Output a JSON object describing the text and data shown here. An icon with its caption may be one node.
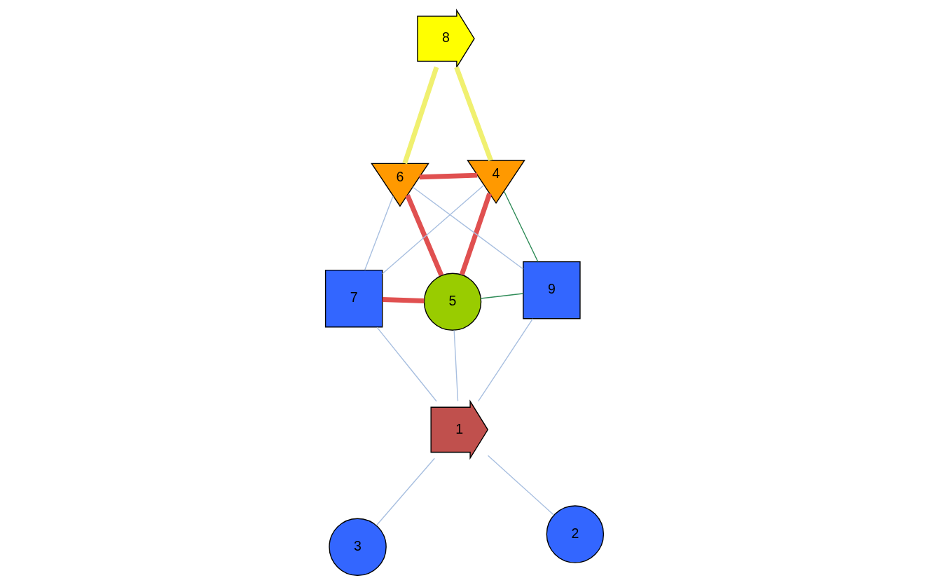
{
  "diagram": {
    "nodes": [
      {
        "text": [
          "1"
        ]
      },
      {
        "text": [
          "2"
        ]
      },
      {
        "text": [
          "3"
        ]
      },
      {
        "text": [
          "4"
        ]
      },
      {
        "text": [
          "5"
        ]
      },
      {
        "text": [
          "6"
        ]
      },
      {
        "text": [
          "7"
        ]
      },
      {
        "text": [
          "8"
        ]
      },
      {
        "text": [
          "9"
        ]
      }
    ],
    "edges": [
      {
        "from": 0,
        "to": 6,
        "arrow": "none"
      },
      {
        "from": 0,
        "to": 2,
        "arrow": "none"
      },
      {
        "from": 0,
        "to": 8,
        "arrow": "none"
      },
      {
        "from": 0,
        "to": 1,
        "arrow": "none"
      },
      {
        "from": 0,
        "to": 4,
        "arrow": "none"
      },
      {
        "from": 8,
        "to": 5,
        "arrow": "none"
      },
      {
        "from": 6,
        "to": 5,
        "arrow": "none"
      },
      {
        "from": 6,
        "to": 3,
        "arrow": "none"
      },
      {
        "from": 8,
        "to": 3,
        "arrow": "none",
        "color": "#2e8b57"
      },
      {
        "from": 8,
        "to": 4,
        "arrow": "none",
        "color": "#2e8b57"
      },
      {
        "from": 6,
        "to": 4,
        "arrow": "none",
        "style": "thick",
        "color": "#e05050"
      },
      {
        "from": 5,
        "to": 4,
        "arrow": "none",
        "style": "thick",
        "color": "#e05050"
      },
      {
        "from": 5,
        "to": 3,
        "arrow": "none",
        "style": "thick",
        "color": "#e05050"
      },
      {
        "from": 3,
        "to": 4,
        "arrow": "none",
        "style": "thick",
        "color": "#e05050"
      },
      {
        "from": 7,
        "to": 5,
        "arrow": "none",
        "style": "thick",
        "color": "#f0f070"
      },
      {
        "from": 7,
        "to": 3,
        "arrow": "none",
        "style": "thick",
        "color": "#f0f070"
      }
    ]
  }
}
